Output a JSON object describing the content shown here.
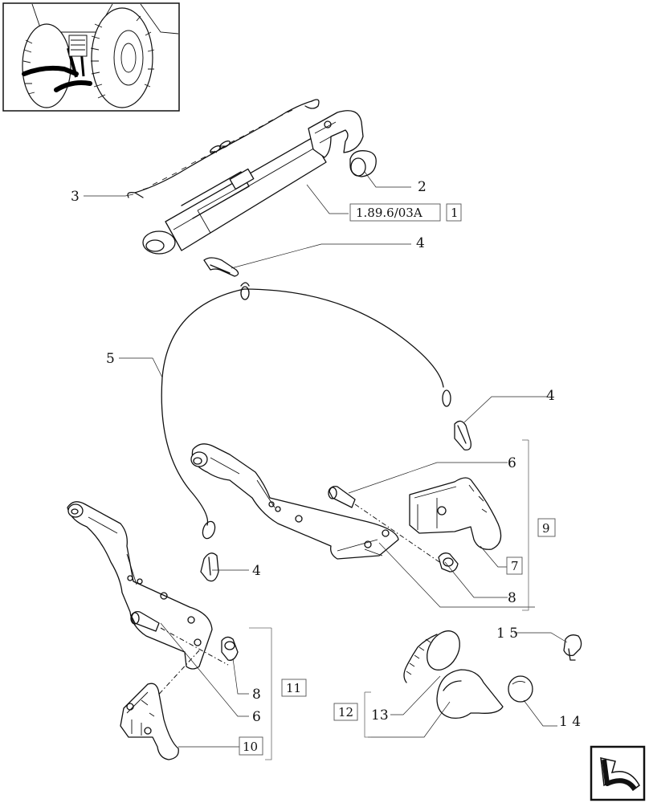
{
  "callouts": {
    "c2": "2",
    "c3": "3",
    "c4a": "4",
    "c5": "5",
    "c4b": "4",
    "c6a": "6",
    "c4c": "4",
    "c8a": "8",
    "c15": "1 5",
    "c8b": "8",
    "c6b": "6",
    "c13": "13",
    "c14": "1 4"
  },
  "boxed": {
    "ref": "1.89.6/03A",
    "b1": "1",
    "b9": "9",
    "b7": "7",
    "b11": "11",
    "b12": "12",
    "b10": "10"
  },
  "icons": {
    "thumbnail": "tractor-rear-icon",
    "navigation": "next-page-arrow-icon"
  }
}
